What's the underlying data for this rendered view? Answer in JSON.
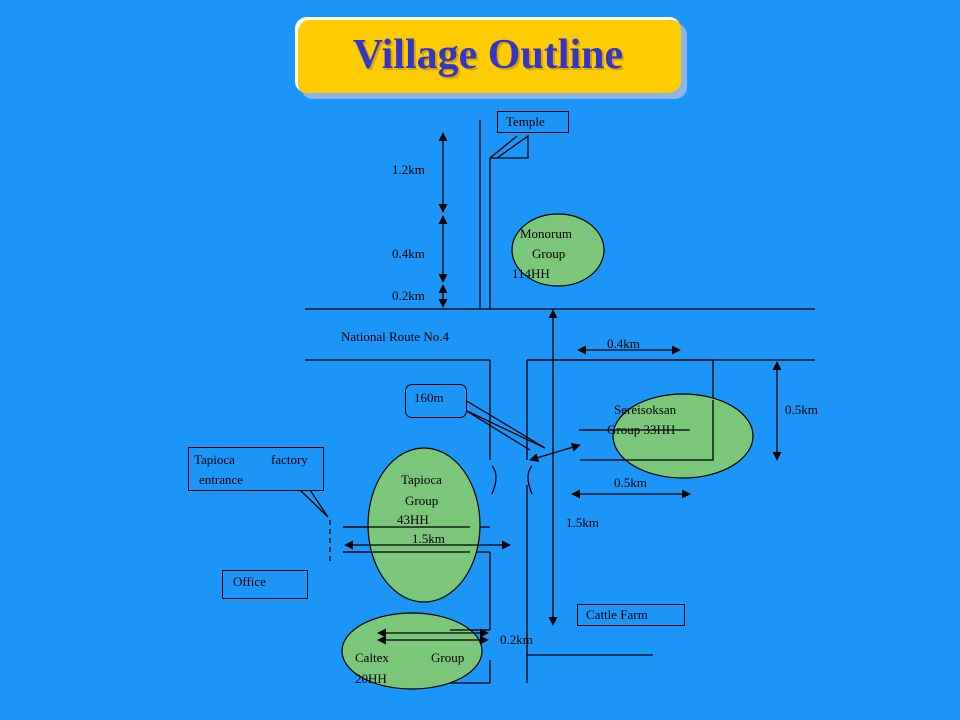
{
  "title": "Village Outline",
  "places": {
    "temple": "Temple",
    "cattle_farm": "Cattle Farm",
    "office": "Office",
    "tapioca_factory_line1_a": "Tapioca",
    "tapioca_factory_line1_b": "factory",
    "tapioca_factory_line2": "entrance",
    "national_route": "National Route No.4"
  },
  "groups": {
    "monorum": {
      "line1": "Monorum",
      "line2": "Group",
      "line3": "114HH"
    },
    "sereisoksan": {
      "line1": "Sereisoksan",
      "line2": "Group 33HH"
    },
    "tapioca": {
      "line1": "Tapioca",
      "line2": "Group",
      "line3": "43HH"
    },
    "caltex": {
      "line1_a": "Caltex",
      "line1_b": "Group",
      "line2": "20HH"
    }
  },
  "distances": {
    "d_1_2km": "1.2km",
    "d_0_4km_left": "0.4km",
    "d_0_2km_top": "0.2km",
    "d_0_4km_right": "0.4km",
    "d_0_5km_right": "0.5km",
    "d_160m": "160m",
    "d_0_5km_mid": "0.5km",
    "d_1_5km_right": "1.5km",
    "d_1_5km_left": "1.5km",
    "d_0_2km_bottom": "0.2km"
  },
  "colors": {
    "background": "#1b95f8",
    "title_fill": "#ffcc00",
    "title_text": "#3535c8",
    "group_fill": "#7ac77a"
  }
}
